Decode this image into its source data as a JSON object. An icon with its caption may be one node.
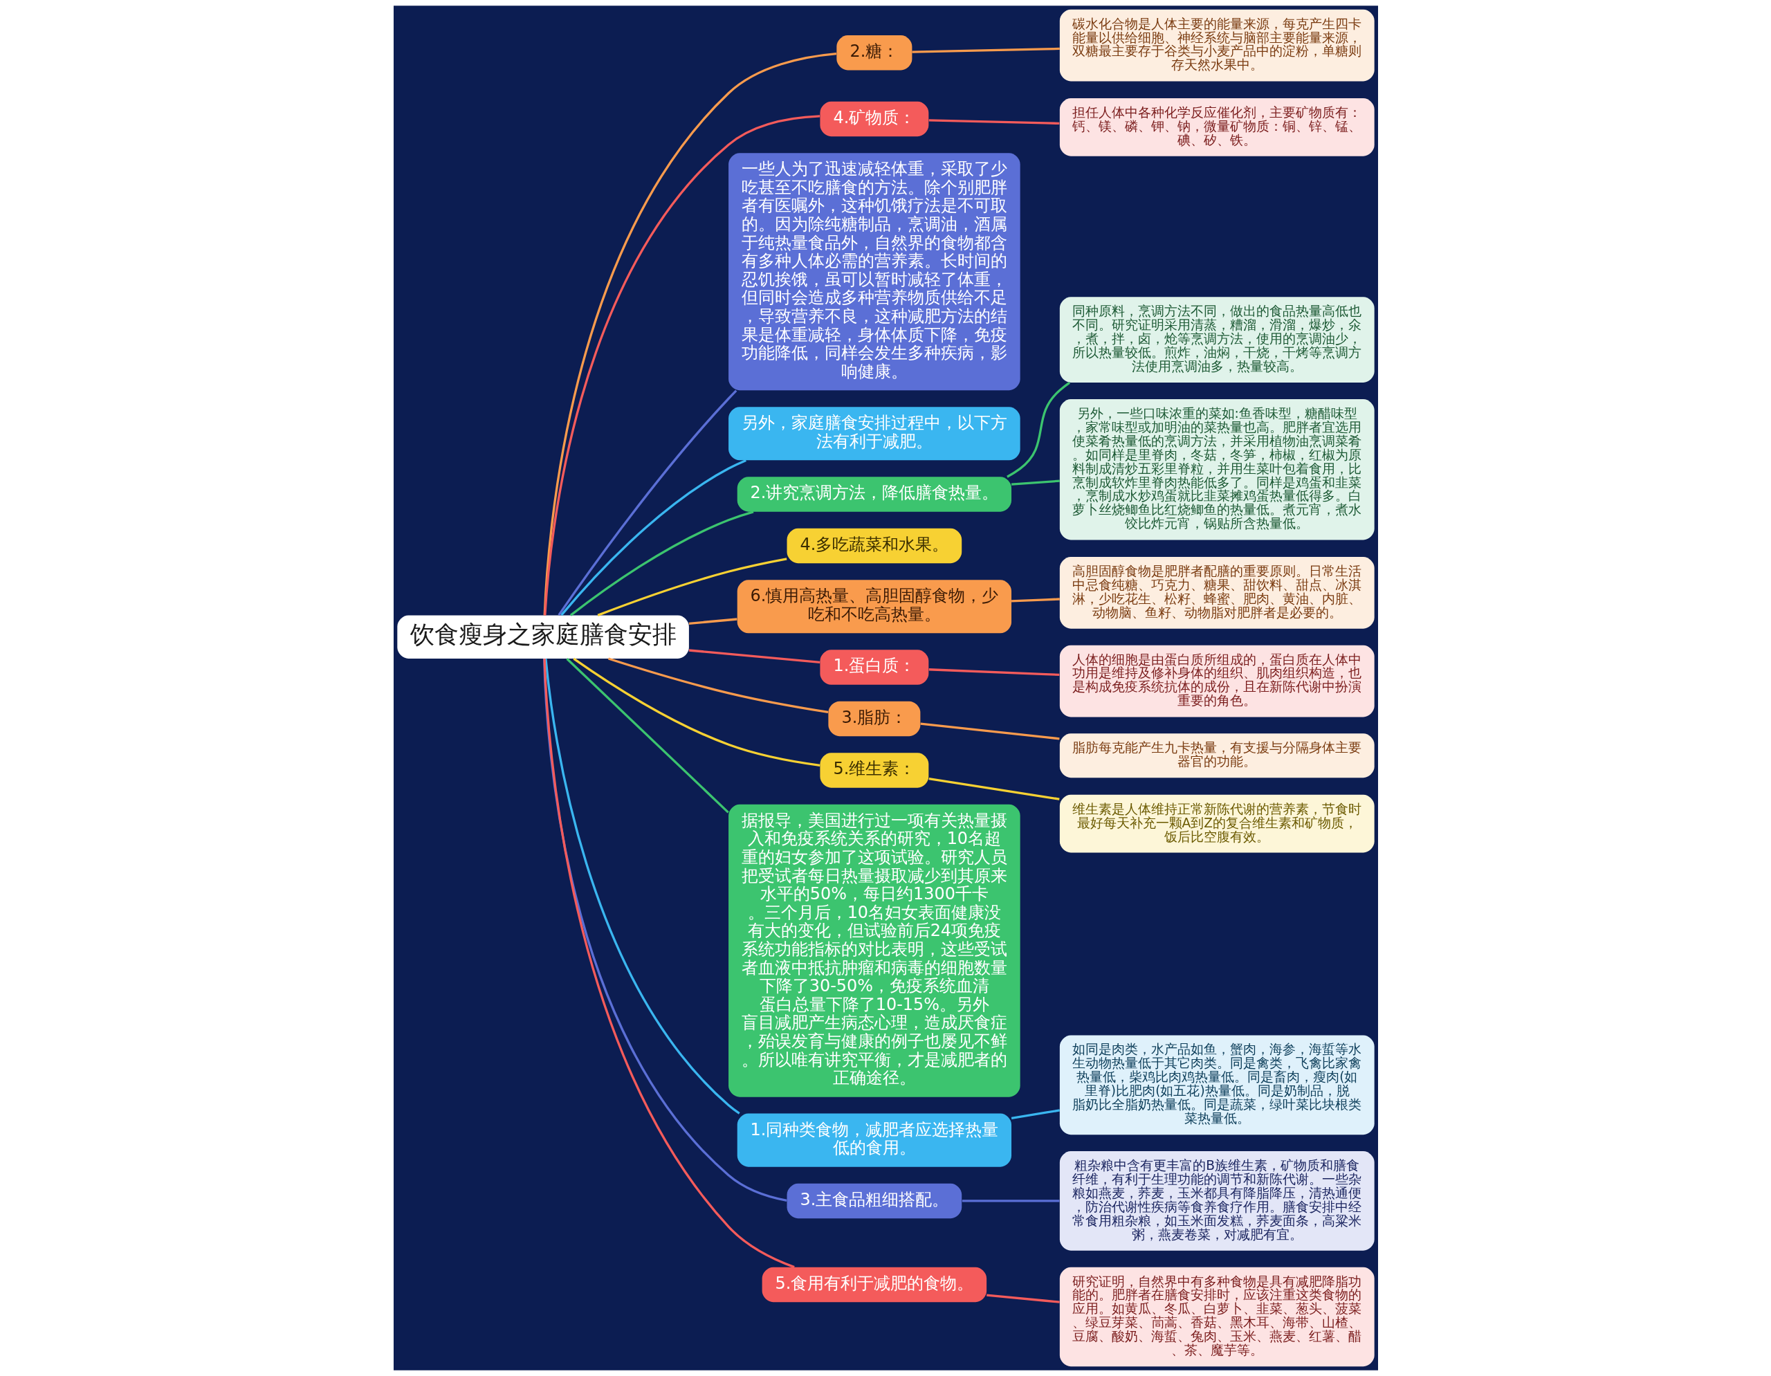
{
  "diagram": {
    "nodes": [
      {
        "text": [
          "饮食瘦身之家庭膳食安排"
        ]
      },
      {
        "text": [
          "2.糖："
        ]
      },
      {
        "text": [
          "碳水化合物是人体主要的能量来源，每克产生四卡能量以供给细胞、神经系统与脑部主要能量来源，双糖最主要存于谷类与小麦产品中的淀粉，单糖则存天然水果中。"
        ]
      },
      {
        "text": [
          "4.矿物质："
        ]
      },
      {
        "text": [
          "担任人体中各种化学反应催化剂，主要矿物质有：钙、镁、磷、钾、钠，微量矿物质：铜、锌、锰、碘、矽、铁。"
        ]
      },
      {
        "text": [
          "一些人为了迅速减轻体重，采取了少吃甚至不吃膳食的方法。除个别肥胖者有医嘱外，这种饥饿疗法是不可取的。因为除纯糖制品，烹调油，酒属于纯热量食品外，自然界的食物都含有多种人体必需的营养素。长时间的忍饥挨饿，虽可以暂时减轻了体重，但同时会造成多种营养物质供给不足，导致营养不良，这种减肥方法的结果是体重减轻，身体体质下降，免疫功能降低，同样会发生多种疾病，影响健康。"
        ]
      },
      {
        "text": [
          "另外，家庭膳食安排过程中，以下方法有利于减肥。"
        ]
      },
      {
        "text": [
          "2.讲究烹调方法，降低膳食热量。"
        ]
      },
      {
        "text": [
          "同种原料，烹调方法不同，做出的食品热量高低也不同。研究证明采用清蒸，糟溜，滑溜，爆炒，氽，煮，拌，卤，炝等烹调方法，使用的烹调油少，所以热量较低。煎炸，油焖，干烧，干烤等烹调方法使用烹调油多，热量较高。"
        ]
      },
      {
        "text": [
          "另外，一些口味浓重的菜如:鱼香味型，糖醋味型，家常味型或加明油的菜热量也高。肥胖者宜选用使菜肴热量低的烹调方法，并采用植物油烹调菜肴。如同样是里脊肉，冬菇，冬笋，柿椒，红椒为原料制成清炒五彩里脊粒，并用生菜叶包着食用，比烹制成软炸里脊肉热能低多了。同样是鸡蛋和韭菜，烹制成水炒鸡蛋就比韭菜摊鸡蛋热量低得多。白萝卜丝烧鲫鱼比红烧鲫鱼的热量低。煮元宵，煮水饺比炸元宵，锅贴所含热量低。"
        ]
      },
      {
        "text": [
          "4.多吃蔬菜和水果。"
        ]
      },
      {
        "text": [
          "6.慎用高热量、高胆固醇食物，少吃和不吃高热量。"
        ]
      },
      {
        "text": [
          "高胆固醇食物是肥胖者配膳的重要原则。日常生活中忌食纯糖、巧克力、糖果、甜饮料、甜点、冰淇淋，少吃花生、松籽、蜂蜜、肥肉、黄油、内脏、动物脑、鱼籽、动物脂对肥胖者是必要的。"
        ]
      },
      {
        "text": [
          "1.蛋白质："
        ]
      },
      {
        "text": [
          "人体的细胞是由蛋白质所组成的，蛋白质在人体中功用是维持及修补身体的组织、肌肉组织构造，也是构成免疫系统抗体的成份，且在新陈代谢中扮演重要的角色。"
        ]
      },
      {
        "text": [
          "3.脂肪："
        ]
      },
      {
        "text": [
          "脂肪每克能产生九卡热量，有支援与分隔身体主要器官的功能。"
        ]
      },
      {
        "text": [
          "5.维生素："
        ]
      },
      {
        "text": [
          "维生素是人体维持正常新陈代谢的营养素，节食时最好每天补充一颗A到Z的复合维生素和矿物质，饭后比空腹有效。"
        ]
      },
      {
        "text": [
          "据报导，美国进行过一项有关热量摄入和免疫系统关系的研究，10名超重的妇女参加了这项试验。研究人员把受试者每日热量摄取减少到其原来水平的50%，每日约1300千卡。三个月后，10名妇女表面健康没有大的变化，但试验前后24项免疫系统功能指标的对比表明，这些受试者血液中抵抗肿瘤和病毒的细胞数量下降了30-50%，免疫系统血清蛋白总量下降了10-15%。另外盲目减肥产生病态心理，造成厌食症，殆误发育与健康的例子也屡见不鲜。所以唯有讲究平衡，才是减肥者的正确途径。"
        ]
      },
      {
        "text": [
          "1.同种类食物，减肥者应选择热量低的食用。"
        ]
      },
      {
        "text": [
          "如同是肉类，水产品如鱼，蟹肉，海参，海蜇等水生动物热量低于其它肉类。同是禽类，飞禽比家禽热量低，柴鸡比肉鸡热量低。同是畜肉，瘦肉(如里脊)比肥肉(如五花)热量低。同是奶制品，脱脂奶比全脂奶热量低。同是蔬菜，绿叶菜比块根类菜热量低。"
        ]
      },
      {
        "text": [
          "3.主食品粗细搭配。"
        ]
      },
      {
        "text": [
          "粗杂粮中含有更丰富的B族维生素，矿物质和膳食纤维，有利于生理功能的调节和新陈代谢。一些杂粮如燕麦，荞麦，玉米都具有降脂降压，清热通便，防治代谢性疾病等食养食疗作用。膳食安排中经常食用粗杂粮，如玉米面发糕，荞麦面条，高粱米粥，燕麦卷菜，对减肥有宜。"
        ]
      },
      {
        "text": [
          "5.食用有利于减肥的食物。"
        ]
      },
      {
        "text": [
          "研究证明，自然界中有多种食物是具有减肥降脂功能的。肥胖者在膳食安排时，应该注重这类食物的应用。如黄瓜、冬瓜、白萝卜、韭菜、葱头、菠菜、绿豆芽菜、茼蒿、香菇、黑木耳、海带、山楂、豆腐、酸奶、海蜇、兔肉、玉米、燕麦、红薯、醋、茶、魔芋等。"
        ]
      }
    ],
    "edges": [
      {
        "from": 0,
        "to": 1,
        "arrow": "none",
        "color": "#f99b4d"
      },
      {
        "from": 1,
        "to": 2,
        "arrow": "none",
        "color": "#f99b4d"
      },
      {
        "from": 0,
        "to": 3,
        "arrow": "none",
        "color": "#f45b5b"
      },
      {
        "from": 3,
        "to": 4,
        "arrow": "none",
        "color": "#f45b5b"
      },
      {
        "from": 0,
        "to": 5,
        "arrow": "none",
        "color": "#5b6fd6"
      },
      {
        "from": 0,
        "to": 6,
        "arrow": "none",
        "color": "#3ab6f0"
      },
      {
        "from": 0,
        "to": 7,
        "arrow": "none",
        "color": "#3cc46f"
      },
      {
        "from": 7,
        "to": 8,
        "arrow": "none",
        "color": "#3cc46f"
      },
      {
        "from": 7,
        "to": 9,
        "arrow": "none",
        "color": "#3cc46f"
      },
      {
        "from": 0,
        "to": 10,
        "arrow": "none",
        "color": "#f7d133"
      },
      {
        "from": 0,
        "to": 11,
        "arrow": "none",
        "color": "#f99b4d"
      },
      {
        "from": 11,
        "to": 12,
        "arrow": "none",
        "color": "#f99b4d"
      },
      {
        "from": 0,
        "to": 13,
        "arrow": "none",
        "color": "#f45b5b"
      },
      {
        "from": 13,
        "to": 14,
        "arrow": "none",
        "color": "#f45b5b"
      },
      {
        "from": 0,
        "to": 15,
        "arrow": "none",
        "color": "#f99b4d"
      },
      {
        "from": 15,
        "to": 16,
        "arrow": "none",
        "color": "#f99b4d"
      },
      {
        "from": 0,
        "to": 17,
        "arrow": "none",
        "color": "#f7d133"
      },
      {
        "from": 17,
        "to": 18,
        "arrow": "none",
        "color": "#f7d133"
      },
      {
        "from": 0,
        "to": 19,
        "arrow": "none",
        "color": "#3cc46f"
      },
      {
        "from": 0,
        "to": 20,
        "arrow": "none",
        "color": "#3ab6f0"
      },
      {
        "from": 20,
        "to": 21,
        "arrow": "none",
        "color": "#3ab6f0"
      },
      {
        "from": 0,
        "to": 22,
        "arrow": "none",
        "color": "#5b6fd6"
      },
      {
        "from": 22,
        "to": 23,
        "arrow": "none",
        "color": "#5b6fd6"
      },
      {
        "from": 0,
        "to": 24,
        "arrow": "none",
        "color": "#f45b5b"
      },
      {
        "from": 24,
        "to": 25,
        "arrow": "none",
        "color": "#f45b5b"
      }
    ]
  }
}
